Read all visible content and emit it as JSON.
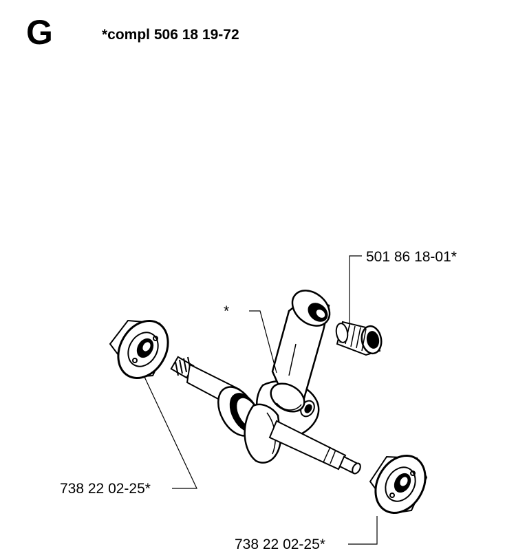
{
  "header": {
    "section_letter": "G",
    "assembly_note": "*compl 506 18 19-72"
  },
  "callouts": {
    "needle_bearing": "501 86 18-01*",
    "connecting_rod": "*",
    "bearing_left": "738 22 02-25*",
    "bearing_right": "738 22 02-25*"
  },
  "colors": {
    "ink": "#000000",
    "paper": "#ffffff"
  }
}
